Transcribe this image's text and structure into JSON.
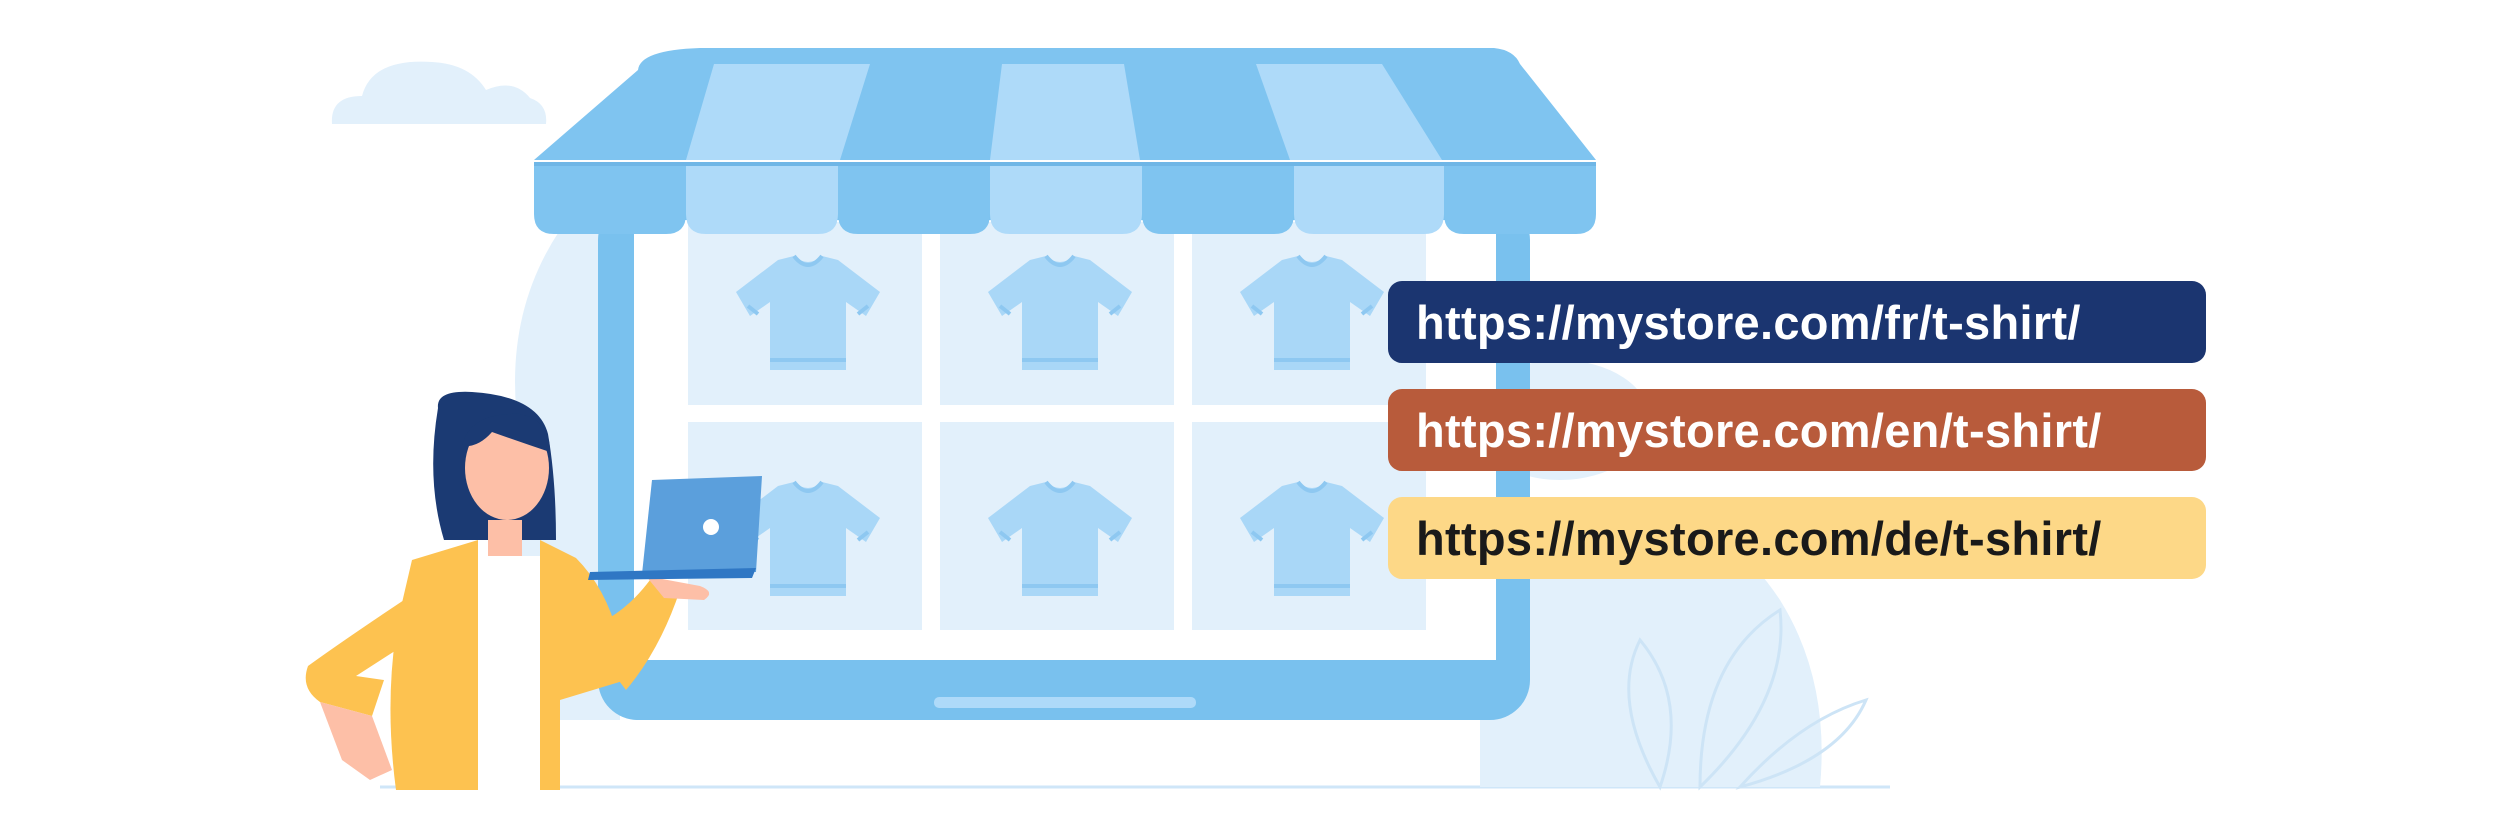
{
  "colors": {
    "background": "#ffffff",
    "light_blue_bg": "#e2f0fb",
    "awning_dark": "#7fc4f0",
    "awning_light": "#aedaf9",
    "screen_frame": "#79c1ee",
    "shirt": "#a9d7f7",
    "jacket": "#fdc250",
    "hair": "#1b3a73",
    "laptop": "#5b9fdc"
  },
  "icons": [
    "cloud-icon",
    "storefront-awning-icon",
    "tshirt-icon",
    "woman-with-laptop-icon",
    "plant-leaves-icon"
  ],
  "urls": [
    {
      "text": "https://mystore.com/fr/t-shirt/",
      "bg": "#1b3570",
      "fg": "#ffffff"
    },
    {
      "text": "https://mystore.com/en/t-shirt/",
      "bg": "#b85b3b",
      "fg": "#ffffff"
    },
    {
      "text": "https://mystore.com/de/t-shirt/",
      "bg": "#fdd887",
      "fg": "#1a1a1a"
    }
  ]
}
